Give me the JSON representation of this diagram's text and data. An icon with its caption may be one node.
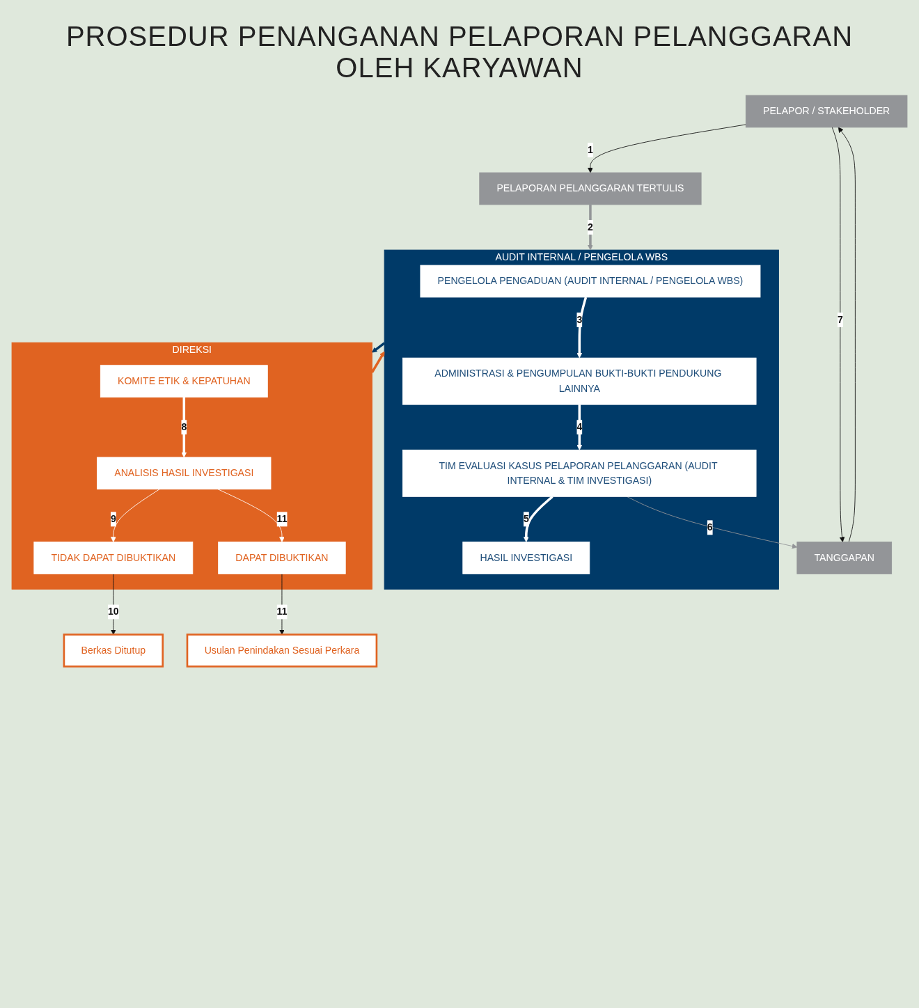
{
  "diagram": {
    "title": "PROSEDUR PENANGANAN PELAPORAN PELANGGARAN OLEH KARYAWAN",
    "nodes": [
      {
        "text": [
          "PELAPOR / STAKEHOLDER"
        ]
      },
      {
        "text": [
          "PELAPORAN PELANGGARAN TERTULIS"
        ]
      },
      {
        "text": [
          "AUDIT INTERNAL / PENGELOLA WBS"
        ]
      },
      {
        "text": [
          "PENGELOLA PENGADUAN (AUDIT INTERNAL / PENGELOLA WBS)"
        ],
        "in": 2
      },
      {
        "text": [
          "ADMINISTRASI & PENGUMPULAN BUKTI-BUKTI PENDUKUNG LAINNYA"
        ],
        "in": 2
      },
      {
        "text": [
          "TIM EVALUASI KASUS PELAPORAN PELANGGARAN (AUDIT INTERNAL & TIM INVESTIGASI)"
        ],
        "in": 2
      },
      {
        "text": [
          "HASIL INVESTIGASI"
        ],
        "in": 2
      },
      {
        "text": [
          "TANGGAPAN"
        ]
      },
      {
        "text": [
          "DIREKSI"
        ]
      },
      {
        "text": [
          "KOMITE ETIK & KEPATUHAN"
        ],
        "in": 8
      },
      {
        "text": [
          "ANALISIS HASIL INVESTIGASI"
        ],
        "in": 8
      },
      {
        "text": [
          "TIDAK DAPAT DIBUKTIKAN"
        ],
        "in": 8
      },
      {
        "text": [
          "DAPAT DIBUKTIKAN"
        ],
        "in": 8
      },
      {
        "text": [
          "Berkas Ditutup"
        ]
      },
      {
        "text": [
          "Usulan Penindakan Sesuai Perkara"
        ]
      }
    ],
    "edges": [
      {
        "from": 0,
        "to": 1,
        "arrow": "to",
        "label": "1",
        "color": "#111111"
      },
      {
        "from": 1,
        "to": 2,
        "arrow": "to",
        "label": "2",
        "color": "#939598",
        "style": "thick"
      },
      {
        "from": 3,
        "to": 4,
        "arrow": "to",
        "label": "3",
        "color": "#ffffff",
        "style": "thick"
      },
      {
        "from": 4,
        "to": 5,
        "arrow": "to",
        "label": "4",
        "color": "#ffffff",
        "style": "thick"
      },
      {
        "from": 5,
        "to": 6,
        "arrow": "to",
        "label": "5",
        "color": "#ffffff",
        "style": "thick"
      },
      {
        "from": 5,
        "to": 7,
        "arrow": "to",
        "label": "6",
        "color": "#939598"
      },
      {
        "from": 0,
        "to": 7,
        "arrow": "to",
        "label": "7",
        "color": "#111111"
      },
      {
        "from": 7,
        "to": 0,
        "arrow": "to",
        "color": "#111111"
      },
      {
        "from": 2,
        "to": 8,
        "arrow": "to",
        "color": "#003a68",
        "style": "thick"
      },
      {
        "from": 8,
        "to": 2,
        "arrow": "to",
        "color": "#e06321",
        "style": "thick"
      },
      {
        "from": 9,
        "to": 10,
        "arrow": "to",
        "label": "8",
        "color": "#ffffff",
        "style": "thick"
      },
      {
        "from": 10,
        "to": 11,
        "arrow": "to",
        "label": "9",
        "color": "#ffffff"
      },
      {
        "from": 10,
        "to": 12,
        "arrow": "to",
        "label": "11",
        "color": "#ffffff"
      },
      {
        "from": 11,
        "to": 13,
        "arrow": "to",
        "label": "10",
        "color": "#111111"
      },
      {
        "from": 12,
        "to": 14,
        "arrow": "to",
        "label": "11",
        "color": "#111111"
      }
    ]
  }
}
